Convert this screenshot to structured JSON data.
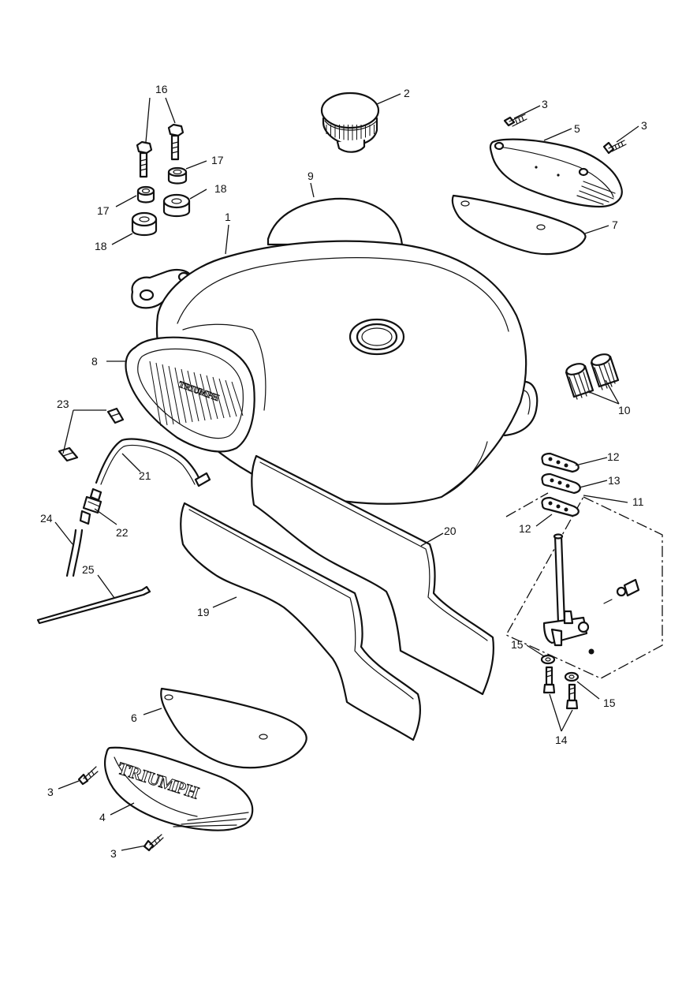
{
  "labels": {
    "l1": "1",
    "l2": "2",
    "l3a": "3",
    "l3b": "3",
    "l3c": "3",
    "l3d": "3",
    "l4": "4",
    "l5": "5",
    "l6": "6",
    "l7": "7",
    "l8": "8",
    "l9": "9",
    "l10": "10",
    "l11": "11",
    "l12a": "12",
    "l12b": "12",
    "l13": "13",
    "l14": "14",
    "l15a": "15",
    "l15b": "15",
    "l16": "16",
    "l17a": "17",
    "l17b": "17",
    "l18a": "18",
    "l18b": "18",
    "l19": "19",
    "l20": "20",
    "l21": "21",
    "l22": "22",
    "l23": "23",
    "l24": "24",
    "l25": "25"
  },
  "logos": {
    "panel_badge": "TRIUMPH",
    "side_cover": "TRIUMPH"
  },
  "colors": {
    "line": "#111111",
    "background": "#ffffff"
  }
}
